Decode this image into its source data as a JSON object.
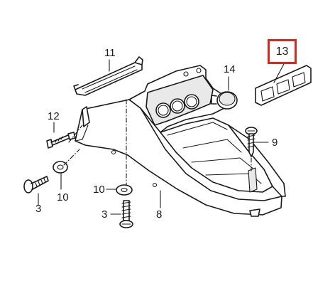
{
  "diagram": {
    "highlight_color": "#e2231a",
    "line_color": "#1a1a1a",
    "callouts": {
      "c11": "11",
      "c14": "14",
      "c13": "13",
      "c12": "12",
      "c9": "9",
      "c3_left": "3",
      "c10_left": "10",
      "c10_center": "10",
      "c3_center": "3",
      "c8": "8"
    },
    "highlighted_part": "13"
  }
}
